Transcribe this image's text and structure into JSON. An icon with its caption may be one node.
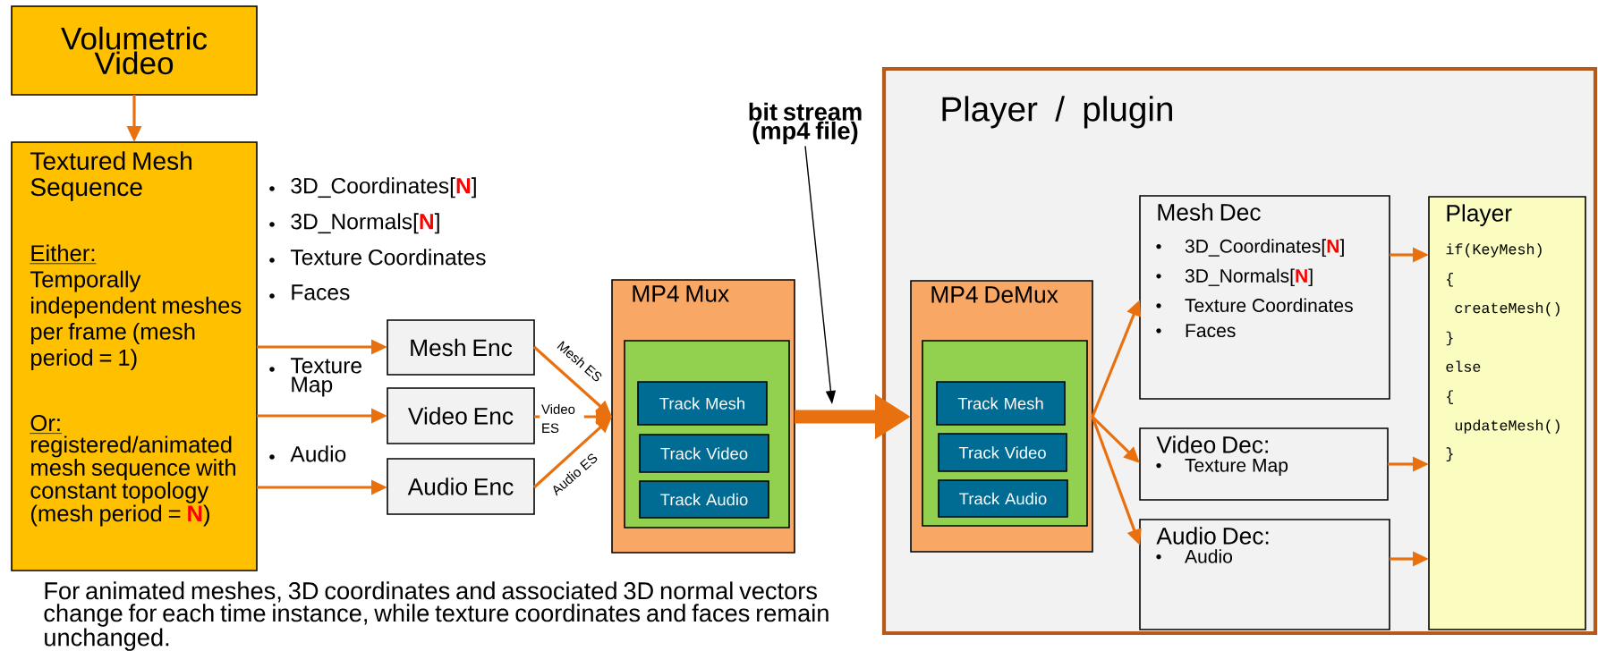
{
  "diagram": {
    "nodes": [
      {
        "text": [
          "Volumetric Video"
        ]
      },
      {
        "text": [
          "Textured Mesh Sequence",
          "Either:",
          "Temporally independent meshes per frame (mesh period = 1)",
          "Or:",
          "registered/animated mesh sequence with constant topology (mesh period = **N**)"
        ]
      },
      {
        "text": [
          "Mesh Enc"
        ]
      },
      {
        "text": [
          "Video Enc"
        ]
      },
      {
        "text": [
          "Audio Enc"
        ]
      },
      {
        "text": [
          "MP4 Mux"
        ]
      },
      {
        "text": [],
        "shape": "box",
        "in": 5
      },
      {
        "text": [
          "Track Mesh"
        ],
        "in": 6
      },
      {
        "text": [
          "Track Video"
        ],
        "in": 6
      },
      {
        "text": [
          "Track Audio"
        ],
        "in": 6
      },
      {
        "text": [
          "bit stream (mp4 file)"
        ]
      },
      {
        "text": [
          "Player / plugin"
        ]
      },
      {
        "text": [
          "MP4 DeMux"
        ],
        "in": 11
      },
      {
        "text": [],
        "shape": "box",
        "in": 12
      },
      {
        "text": [
          "Track Mesh"
        ],
        "in": 13
      },
      {
        "text": [
          "Track Video"
        ],
        "in": 13
      },
      {
        "text": [
          "Track Audio"
        ],
        "in": 13
      },
      {
        "text": [
          "Mesh Dec",
          "3D_Coordinates[**N**]",
          "3D_Normals[**N**]",
          "Texture Coordinates",
          "Faces"
        ],
        "in": 11
      },
      {
        "text": [
          "Video Dec:",
          "Texture Map"
        ],
        "in": 11
      },
      {
        "text": [
          "Audio Dec:",
          "Audio"
        ],
        "in": 11
      },
      {
        "text": [
          "Player",
          "if(KeyMesh)",
          "{",
          "createMesh()",
          "}",
          "else",
          "{",
          "updateMesh()",
          "}"
        ],
        "in": 11
      }
    ],
    "edges": [
      {
        "from": 0,
        "to": 1,
        "arrow": "to"
      },
      {
        "from": 1,
        "to": 2,
        "arrow": "to"
      },
      {
        "from": 1,
        "to": 3,
        "arrow": "to"
      },
      {
        "from": 1,
        "to": 4,
        "arrow": "to"
      },
      {
        "from": 2,
        "to": 5,
        "arrow": "to",
        "label": "Mesh ES"
      },
      {
        "from": 3,
        "to": 5,
        "arrow": "to",
        "label": "Video ES"
      },
      {
        "from": 4,
        "to": 5,
        "arrow": "to",
        "label": "Audio ES"
      },
      {
        "from": 5,
        "to": 12,
        "arrow": "to",
        "style": "thick"
      },
      {
        "from": 10,
        "to": null,
        "arrow": "to",
        "color": "#000000"
      },
      {
        "from": 12,
        "to": 17,
        "arrow": "to"
      },
      {
        "from": 12,
        "to": 18,
        "arrow": "to"
      },
      {
        "from": 12,
        "to": 19,
        "arrow": "to"
      },
      {
        "from": 17,
        "to": 20,
        "arrow": "to"
      },
      {
        "from": 18,
        "to": 20,
        "arrow": "to"
      },
      {
        "from": 19,
        "to": 20,
        "arrow": "to"
      }
    ],
    "labels": [
      "3D_Coordinates[**N**]",
      "3D_Normals[**N**]",
      "Texture Coordinates",
      "Faces",
      "Texture Map",
      "Audio"
    ],
    "caption": "For animated meshes, 3D coordinates and associated 3D normal vectors change for each time instance, while texture coordinates and faces remain unchanged."
  }
}
